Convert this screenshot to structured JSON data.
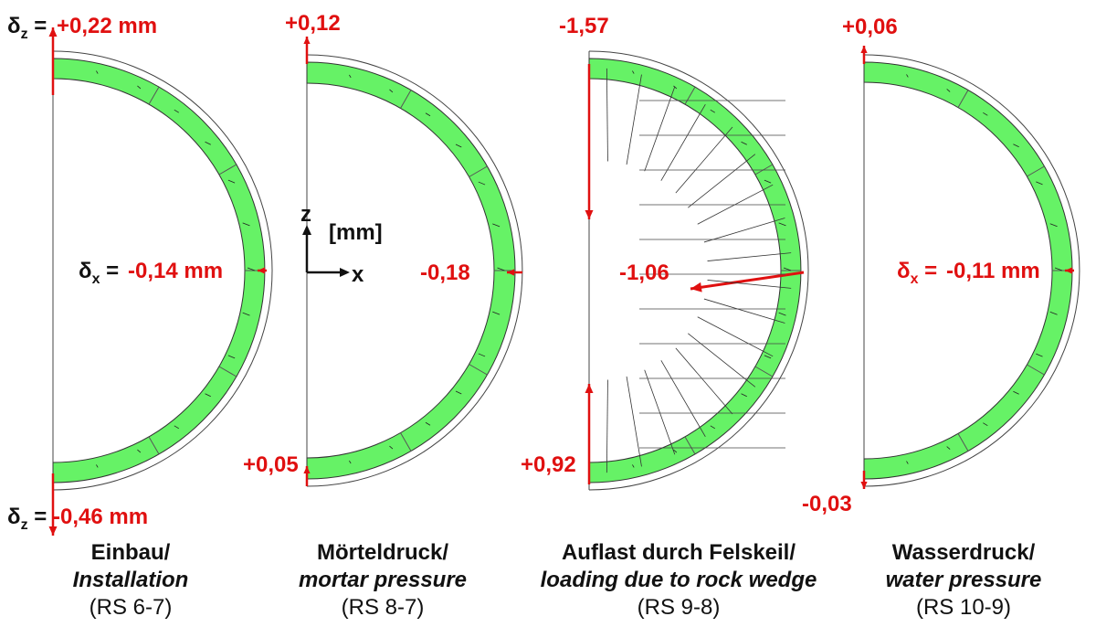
{
  "colors": {
    "lining": "#66f266",
    "outline": "#333333",
    "accent_red": "#e01010",
    "text": "#111111"
  },
  "axes_legend": {
    "z": "z",
    "x": "x",
    "unit": "[mm]"
  },
  "panels": [
    {
      "top_prefix": "δ",
      "top_sub": "z",
      "top_eq": " = ",
      "top": "+0,22 mm",
      "mid_prefix": "δ",
      "mid_sub": "x",
      "mid_eq": " = ",
      "mid": "-0,14 mm",
      "bottom_prefix": "δ",
      "bottom_sub": "z",
      "bottom_eq": " = ",
      "bottom": "-0,46 mm",
      "caption_de": "Einbau/",
      "caption_en": "Installation",
      "caption_rs": "(RS 6-7)"
    },
    {
      "top": "+0,12",
      "mid": "-0,18",
      "bottom": "+0,05",
      "caption_de": "Mörteldruck/",
      "caption_en": "mortar pressure",
      "caption_rs": "(RS 8-7)"
    },
    {
      "top": "-1,57",
      "mid": "-1,06",
      "bottom": "+0,92",
      "caption_de": "Auflast durch Felskeil/",
      "caption_en": "loading due to rock wedge",
      "caption_rs": "(RS 9-8)"
    },
    {
      "top": "+0,06",
      "mid_prefix": "δ",
      "mid_sub": "x",
      "mid_eq": " = ",
      "mid": "-0,11 mm",
      "bottom": "-0,03",
      "caption_de": "Wasserdruck/",
      "caption_en": "water pressure",
      "caption_rs": "(RS 10-9)"
    }
  ]
}
